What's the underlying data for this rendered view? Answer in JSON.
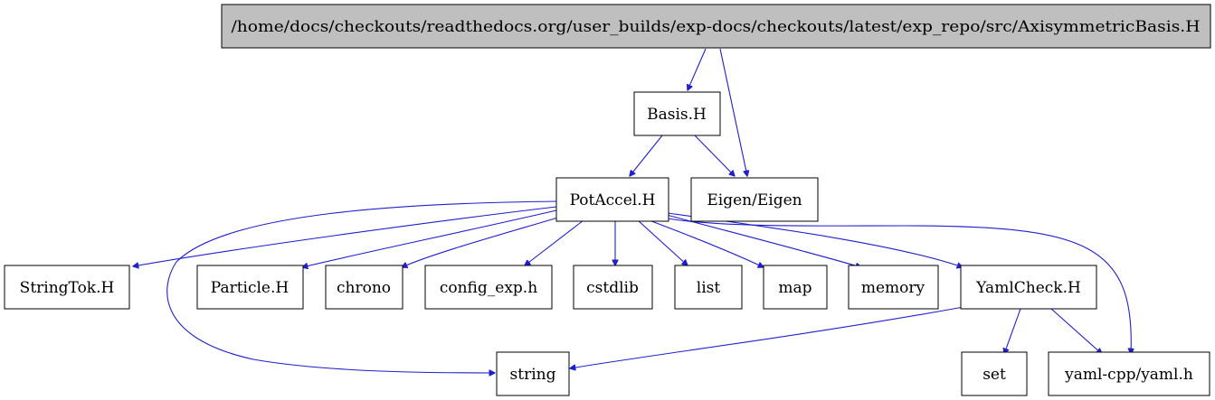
{
  "graph": {
    "colors": {
      "edge": "#1f1fce",
      "root_fill": "#bfbfbf",
      "node_fill": "#ffffff",
      "border": "#000000"
    },
    "nodes": {
      "root": "/home/docs/checkouts/readthedocs.org/user_builds/exp-docs/checkouts/latest/exp_repo/src/AxisymmetricBasis.H",
      "basis": "Basis.H",
      "potaccel": "PotAccel.H",
      "eigen": "Eigen/Eigen",
      "stringtok": "StringTok.H",
      "particle": "Particle.H",
      "chrono": "chrono",
      "config_exp": "config_exp.h",
      "cstdlib": "cstdlib",
      "list": "list",
      "map": "map",
      "memory": "memory",
      "yamlcheck": "YamlCheck.H",
      "string": "string",
      "set": "set",
      "yaml_cpp": "yaml-cpp/yaml.h"
    },
    "edges": [
      [
        "root",
        "basis"
      ],
      [
        "root",
        "eigen"
      ],
      [
        "basis",
        "potaccel"
      ],
      [
        "basis",
        "eigen"
      ],
      [
        "potaccel",
        "stringtok"
      ],
      [
        "potaccel",
        "string"
      ],
      [
        "potaccel",
        "particle"
      ],
      [
        "potaccel",
        "chrono"
      ],
      [
        "potaccel",
        "config_exp"
      ],
      [
        "potaccel",
        "cstdlib"
      ],
      [
        "potaccel",
        "list"
      ],
      [
        "potaccel",
        "map"
      ],
      [
        "potaccel",
        "memory"
      ],
      [
        "potaccel",
        "yamlcheck"
      ],
      [
        "potaccel",
        "yaml_cpp"
      ],
      [
        "yamlcheck",
        "string"
      ],
      [
        "yamlcheck",
        "set"
      ],
      [
        "yamlcheck",
        "yaml_cpp"
      ]
    ]
  }
}
